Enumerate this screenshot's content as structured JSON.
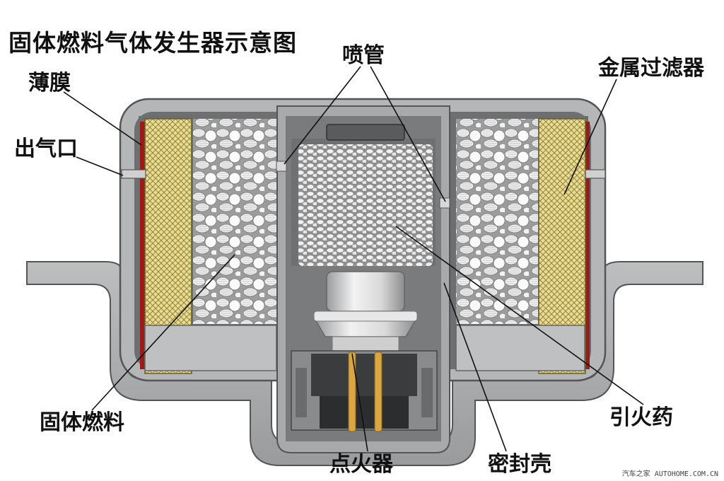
{
  "title": "固体燃料气体发生器示意图",
  "labels": {
    "membrane": "薄膜",
    "outlet": "出气口",
    "nozzle": "喷管",
    "filter": "金属过滤器",
    "fuel": "固体燃料",
    "primer": "引火药",
    "igniter": "点火器",
    "shell": "密封壳"
  },
  "watermark": "汽车之家 AUTOHOME.COM.CN",
  "colors": {
    "housing": "#a9aaac",
    "housing_edge": "#5a5b5d",
    "inner_wall": "#808183",
    "filter": "#e8d98a",
    "membrane": "#9b1a1a",
    "pin": "#d9a641"
  }
}
